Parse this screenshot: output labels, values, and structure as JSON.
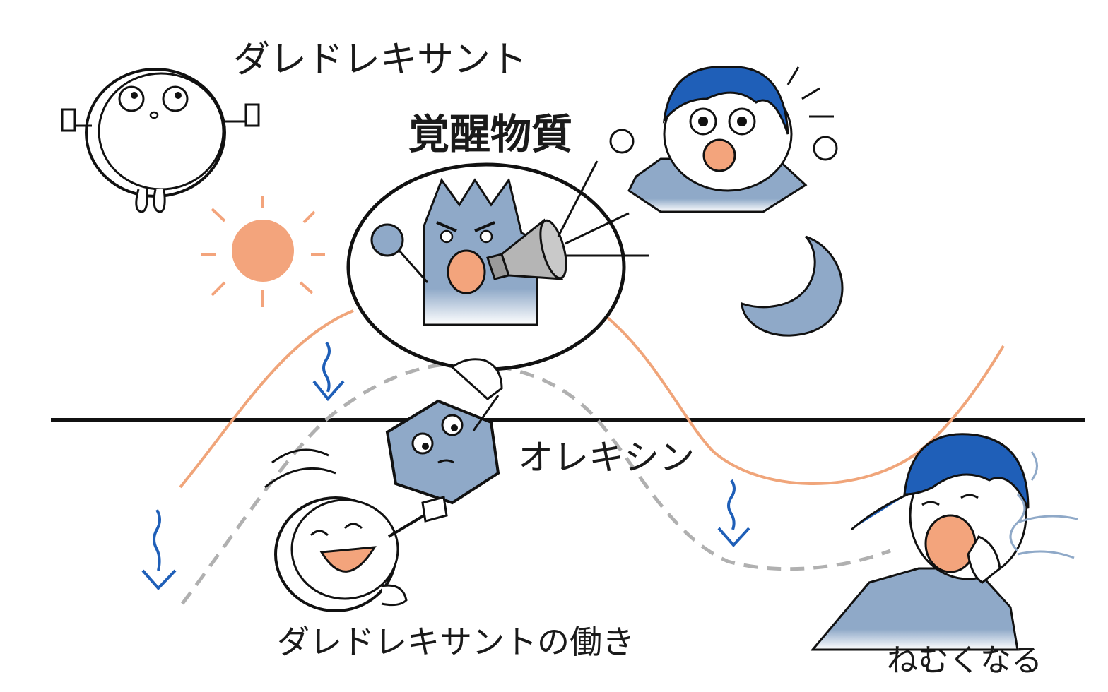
{
  "labels": {
    "top_character": "ダレドレキサント",
    "waking_substance": "覚醒物質",
    "orexin": "オレキシン",
    "drug_action": "ダレドレキサントの働き",
    "sleepy": "ねむくなる"
  },
  "colors": {
    "waking_curve": "#f0a57a",
    "suppressed_curve": "#b0b0b0",
    "axis": "#111111",
    "character_blue": "#8fa9c8",
    "hair_blue": "#1f5fb8",
    "down_arrow": "#1f5fb8",
    "skin_accent": "#f3a47c",
    "sun": "#f3a47c",
    "moon": "#8fa9c8"
  },
  "icons": {
    "sun": "sun-icon",
    "moon": "moon-icon",
    "megaphone": "megaphone-icon",
    "down_arrow": "wavy-down-arrow-icon"
  }
}
